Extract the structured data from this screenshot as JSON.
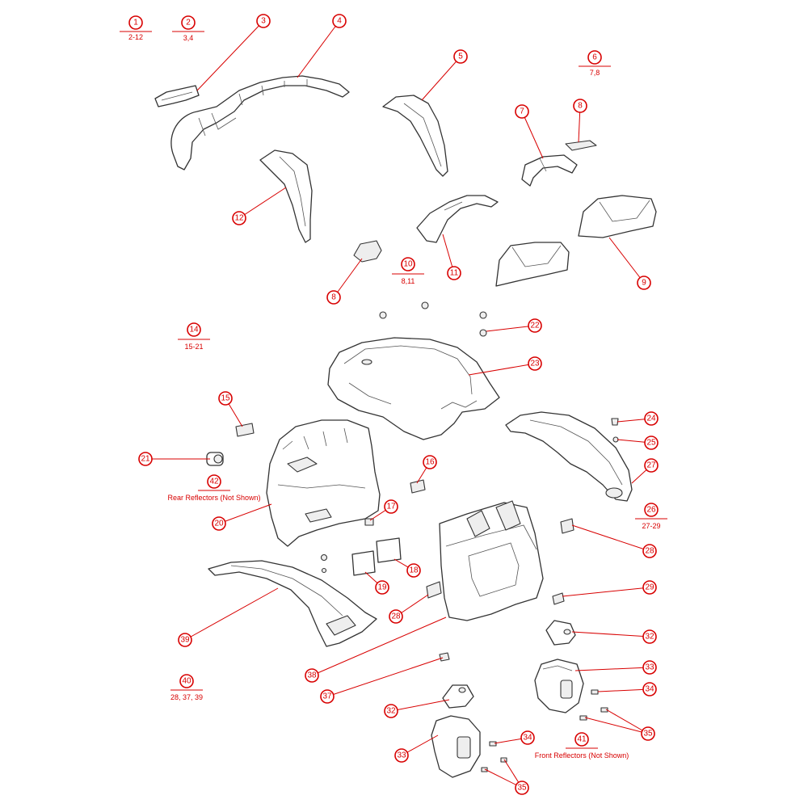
{
  "callout_color": "#d80000",
  "line_color": "#333333",
  "group_labels": [
    {
      "id": "1",
      "sub": "2-12"
    },
    {
      "id": "2",
      "sub": "3,4"
    },
    {
      "id": "6",
      "sub": "7,8"
    },
    {
      "id": "10",
      "sub": "8,11"
    },
    {
      "id": "14",
      "sub": "15-21"
    },
    {
      "id": "42",
      "sub": "Rear Reflectors (Not Shown)"
    },
    {
      "id": "26",
      "sub": "27-29"
    },
    {
      "id": "40",
      "sub": "28, 37, 39"
    },
    {
      "id": "41",
      "sub": "Front Reflectors (Not Shown)"
    }
  ],
  "callouts": [
    "3",
    "4",
    "5",
    "7",
    "8",
    "12",
    "11",
    "8",
    "9",
    "22",
    "23",
    "15",
    "24",
    "25",
    "21",
    "16",
    "27",
    "17",
    "20",
    "28",
    "19",
    "18",
    "29",
    "28",
    "39",
    "32",
    "38",
    "33",
    "34",
    "37",
    "32",
    "35",
    "34",
    "33",
    "35"
  ]
}
